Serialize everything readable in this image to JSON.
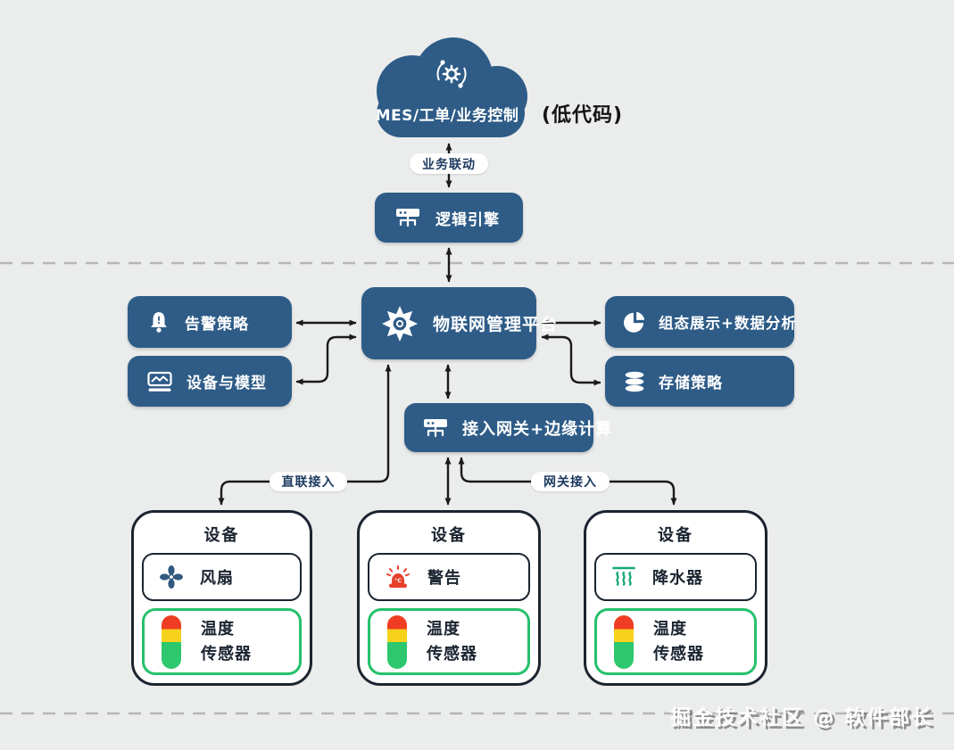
{
  "colors": {
    "background": "#ebecec",
    "node_blue": "#2e5c87",
    "arrow_black": "#1a1a1a",
    "dashed_gray": "#b6b6b6",
    "card_border_dark": "#1b2430",
    "sensor_border_green": "#25c16b",
    "pill_text_navy": "#1d3a5f",
    "traffic_red": "#ee3d23",
    "traffic_yellow": "#f6d21c",
    "traffic_green": "#2dc76d",
    "fan_blue": "#31597f",
    "siren_red": "#e8402a",
    "steam_green": "#18a877"
  },
  "cloud": {
    "label": "MES/工单/业务控制",
    "annotation": "(低代码)",
    "icon": "gears-automation-icon"
  },
  "edge_labels": {
    "business_link": "业务联动",
    "direct_access": "直联接入",
    "gateway_access": "网关接入"
  },
  "nodes": {
    "logic_engine": {
      "label": "逻辑引擎",
      "icon": "router-icon"
    },
    "iot_platform": {
      "label": "物联网管理平台",
      "icon": "iot-hub-icon"
    },
    "alarm_policy": {
      "label": "告警策略",
      "icon": "alarm-bell-icon"
    },
    "device_model": {
      "label": "设备与模型",
      "icon": "device-card-icon"
    },
    "visualization": {
      "label": "组态展示+数据分析",
      "icon": "pie-chart-icon"
    },
    "storage_policy": {
      "label": "存储策略",
      "icon": "database-icon"
    },
    "access_gateway": {
      "label": "接入网关+边缘计算",
      "icon": "router-icon"
    }
  },
  "devices": [
    {
      "title": "设备",
      "module": {
        "label": "风扇",
        "icon": "fan-icon"
      },
      "sensor": {
        "line1": "温度",
        "line2": "传感器",
        "icon": "traffic-light-icon"
      }
    },
    {
      "title": "设备",
      "module": {
        "label": "警告",
        "icon": "siren-icon"
      },
      "sensor": {
        "line1": "温度",
        "line2": "传感器",
        "icon": "traffic-light-icon"
      }
    },
    {
      "title": "设备",
      "module": {
        "label": "降水器",
        "icon": "steam-icon"
      },
      "sensor": {
        "line1": "温度",
        "line2": "传感器",
        "icon": "traffic-light-icon"
      }
    }
  ],
  "watermark": "掘金技术社区 @ 软件部长"
}
